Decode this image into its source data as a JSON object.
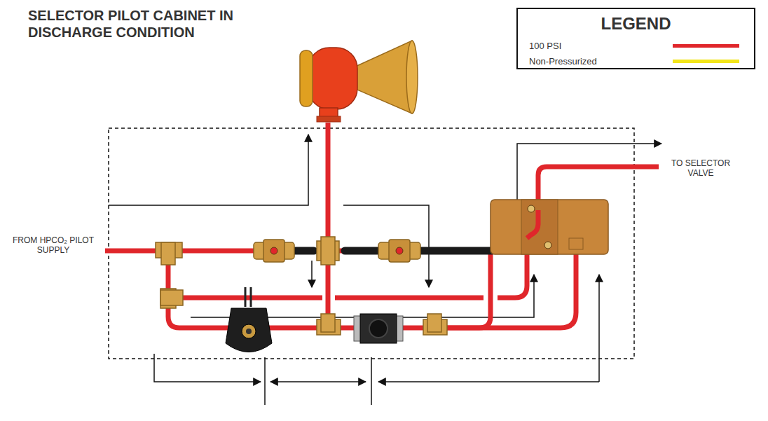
{
  "diagram": {
    "title": "SELECTOR PILOT CABINET IN DISCHARGE CONDITION",
    "labels": [
      "LEGEND",
      "FROM HPCO₂ PILOT SUPPLY",
      "TO SELECTOR VALVE"
    ],
    "legend": [
      {
        "text": "100 PSI",
        "color": "#e0262b"
      },
      {
        "text": "Non-Pressurized",
        "color": "#f2e51a"
      }
    ]
  }
}
